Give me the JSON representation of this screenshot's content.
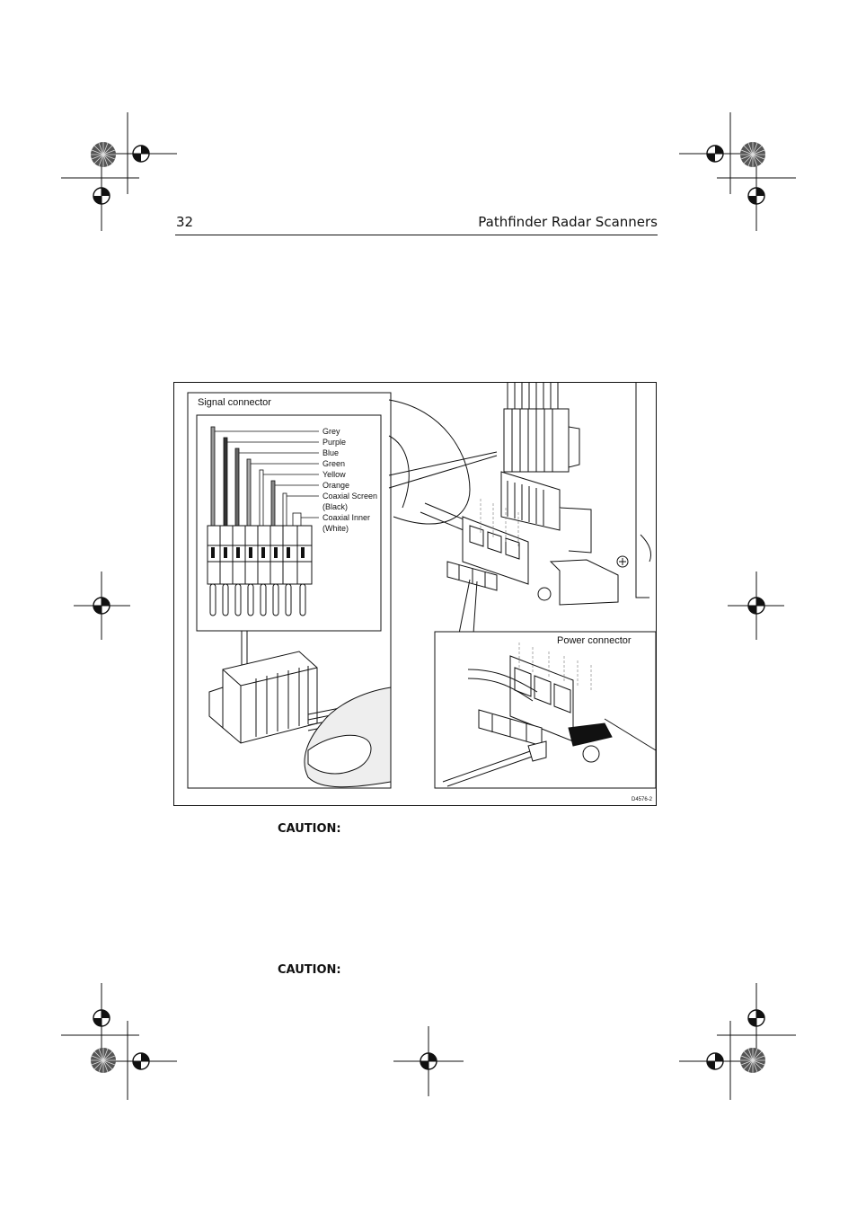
{
  "header": {
    "page_number": "32",
    "running_title": "Pathfinder Radar Scanners"
  },
  "figure": {
    "signal_label": "Signal connector",
    "power_label": "Power connector",
    "figure_code": "D4576-2",
    "wires": [
      "Grey",
      "Purple",
      "Blue",
      "Green",
      "Yellow",
      "Orange",
      "Coaxial Screen",
      "(Black)",
      "Coaxial Inner",
      "(White)"
    ]
  },
  "cautions": [
    "CAUTION:",
    "CAUTION:"
  ]
}
